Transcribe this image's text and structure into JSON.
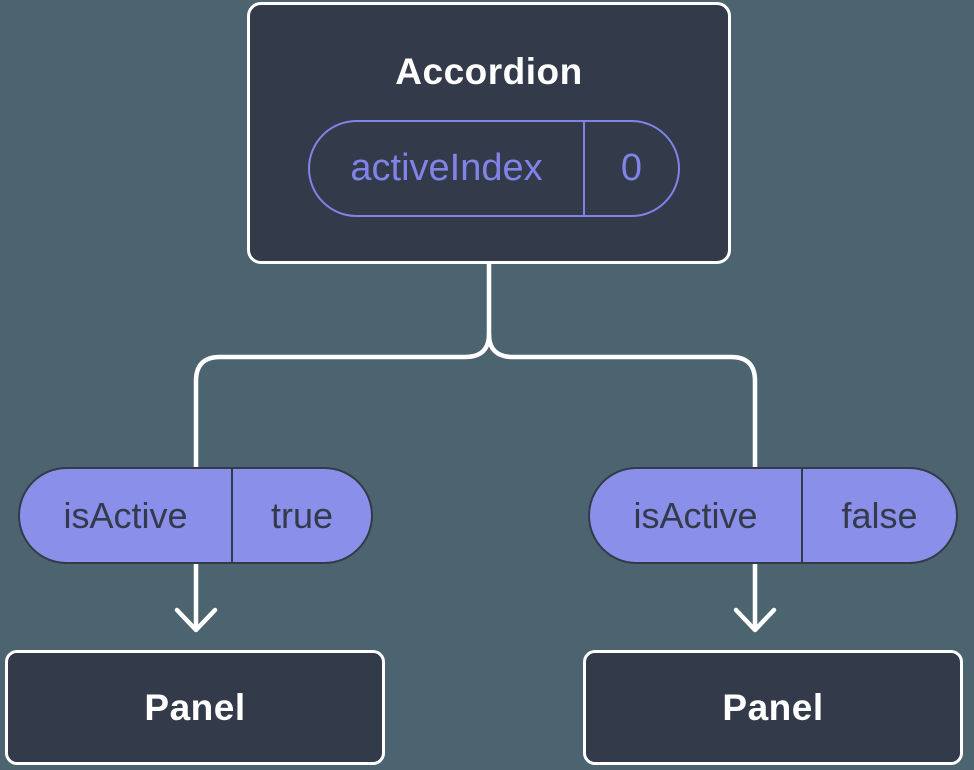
{
  "colors": {
    "background": "#4c6470",
    "node_fill": "#333a4a",
    "node_border": "#ffffff",
    "pill_fill": "#8a8fe9",
    "pill_outline": "#8084e8",
    "dark_text": "#333a4a",
    "light_text": "#ffffff",
    "connector": "#ffffff"
  },
  "diagram": {
    "root": {
      "title": "Accordion",
      "prop": {
        "name": "activeIndex",
        "value": "0"
      }
    },
    "children": [
      {
        "state": {
          "name": "isActive",
          "value": "true"
        },
        "target": "Panel"
      },
      {
        "state": {
          "name": "isActive",
          "value": "false"
        },
        "target": "Panel"
      }
    ]
  }
}
